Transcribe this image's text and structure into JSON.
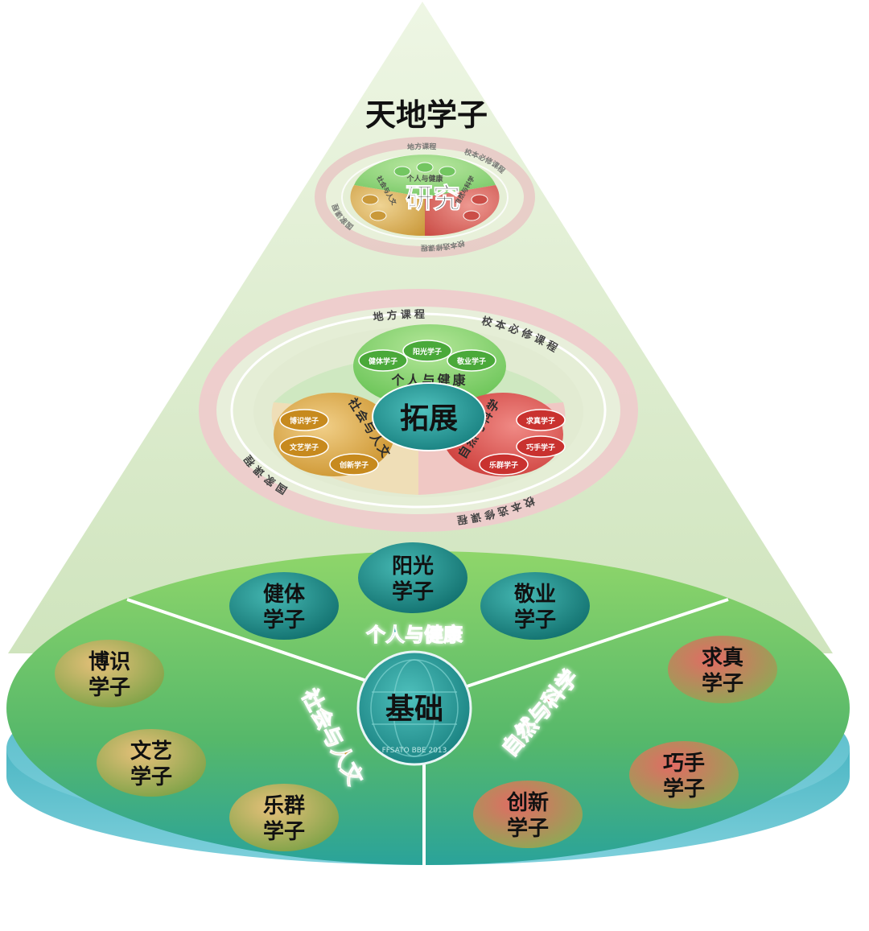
{
  "title": "天地学子",
  "top_level": {
    "center": "研究",
    "ring_upper": "地方课程",
    "ring_right": "校本必修课程",
    "ring_lower": "校本选修课程",
    "ring_left": "国家课程",
    "sector_top": "个人与健康",
    "sector_left": "社会与人文",
    "sector_right": "自然与科学"
  },
  "middle_level": {
    "center": "拓展",
    "ring_upper": "地方课程",
    "ring_right": "校本必修课程",
    "ring_lower": "校本选修课程",
    "ring_left": "国家课程",
    "sector_top": "个人与健康",
    "sector_left": "社会与人文",
    "sector_right": "自然与科学",
    "top_items": [
      "健体学子",
      "阳光学子",
      "敬业学子"
    ],
    "left_items": [
      "博识学子",
      "文艺学子",
      "乐群学子"
    ],
    "right_items": [
      "求真学子",
      "巧手学子",
      "创新学子"
    ]
  },
  "base_level": {
    "center": "基础",
    "emblem_text": "FFSATO BBE 2013",
    "section_top": "个人与健康",
    "section_left": "社会与人文",
    "section_right": "自然与科学",
    "top_items": [
      [
        "健体",
        "学子"
      ],
      [
        "阳光",
        "学子"
      ],
      [
        "敬业",
        "学子"
      ]
    ],
    "left_items": [
      [
        "博识",
        "学子"
      ],
      [
        "文艺",
        "学子"
      ],
      [
        "乐群",
        "学子"
      ]
    ],
    "right_items": [
      [
        "求真",
        "学子"
      ],
      [
        "巧手",
        "学子"
      ],
      [
        "创新",
        "学子"
      ]
    ]
  },
  "colors": {
    "pyramid": "#dfeed0",
    "green": "#6cc24a",
    "teal": "#1f8f8f",
    "gold": "#d6a53a",
    "red": "#d64545",
    "disk_top": "#7fcf5a",
    "disk_side": "#4fb8c8"
  }
}
